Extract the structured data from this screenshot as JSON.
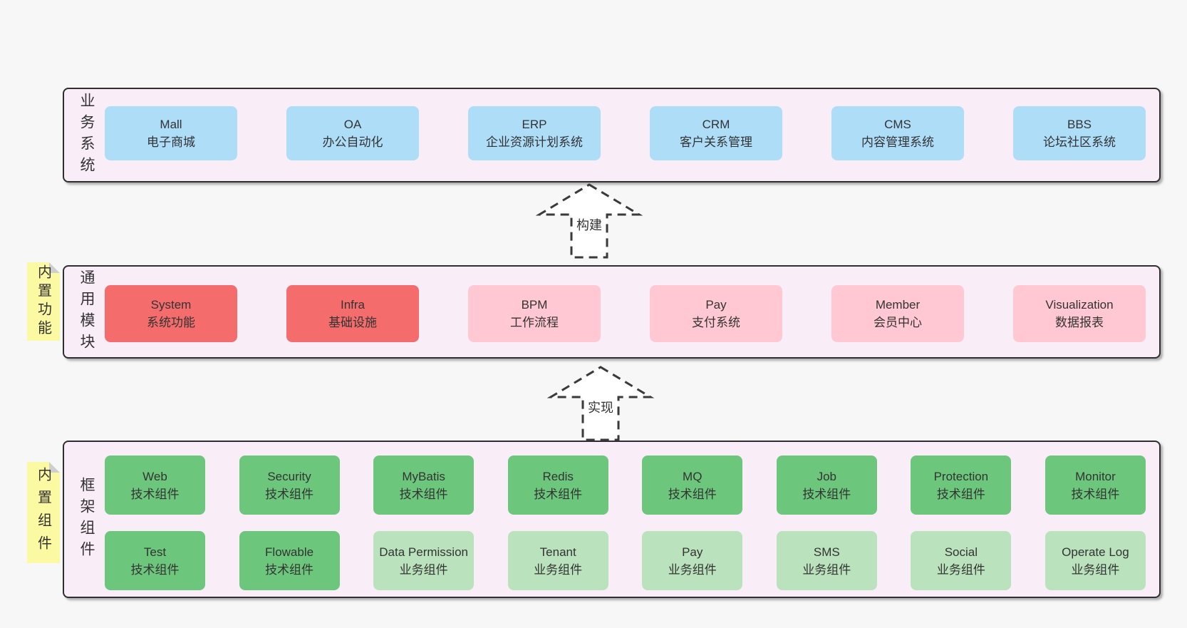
{
  "colors": {
    "page_bg": "#f7f7f7",
    "panel_bg": "#f9eef8",
    "panel_border": "#2f2f2f",
    "blue_box": "#aeddf8",
    "red_box": "#f56c6c",
    "pink_box": "#ffc8d2",
    "green_box": "#6cc77c",
    "light_green_box": "#bae3bd",
    "sticky_yellow": "#fbf9a2",
    "text": "#333333"
  },
  "arrows": [
    {
      "label": "构建"
    },
    {
      "label": "实现"
    }
  ],
  "stickies": [
    {
      "label": "内置功能"
    },
    {
      "label": "内置组件"
    }
  ],
  "layers": {
    "business": {
      "side_label": "业务系统",
      "boxes": [
        {
          "name": "Mall",
          "subtitle": "电子商城"
        },
        {
          "name": "OA",
          "subtitle": "办公自动化"
        },
        {
          "name": "ERP",
          "subtitle": "企业资源计划系统"
        },
        {
          "name": "CRM",
          "subtitle": "客户关系管理"
        },
        {
          "name": "CMS",
          "subtitle": "内容管理系统"
        },
        {
          "name": "BBS",
          "subtitle": "论坛社区系统"
        }
      ]
    },
    "modules": {
      "side_label": "通用模块",
      "boxes": [
        {
          "name": "System",
          "subtitle": "系统功能"
        },
        {
          "name": "Infra",
          "subtitle": "基础设施"
        },
        {
          "name": "BPM",
          "subtitle": "工作流程"
        },
        {
          "name": "Pay",
          "subtitle": "支付系统"
        },
        {
          "name": "Member",
          "subtitle": "会员中心"
        },
        {
          "name": "Visualization",
          "subtitle": "数据报表"
        }
      ]
    },
    "components": {
      "side_label": "框架组件",
      "rows": [
        [
          {
            "name": "Web",
            "subtitle": "技术组件"
          },
          {
            "name": "Security",
            "subtitle": "技术组件"
          },
          {
            "name": "MyBatis",
            "subtitle": "技术组件"
          },
          {
            "name": "Redis",
            "subtitle": "技术组件"
          },
          {
            "name": "MQ",
            "subtitle": "技术组件"
          },
          {
            "name": "Job",
            "subtitle": "技术组件"
          },
          {
            "name": "Protection",
            "subtitle": "技术组件"
          },
          {
            "name": "Monitor",
            "subtitle": "技术组件"
          }
        ],
        [
          {
            "name": "Test",
            "subtitle": "技术组件"
          },
          {
            "name": "Flowable",
            "subtitle": "技术组件"
          },
          {
            "name": "Data Permission",
            "subtitle": "业务组件"
          },
          {
            "name": "Tenant",
            "subtitle": "业务组件"
          },
          {
            "name": "Pay",
            "subtitle": "业务组件"
          },
          {
            "name": "SMS",
            "subtitle": "业务组件"
          },
          {
            "name": "Social",
            "subtitle": "业务组件"
          },
          {
            "name": "Operate Log",
            "subtitle": "业务组件"
          }
        ]
      ]
    }
  }
}
